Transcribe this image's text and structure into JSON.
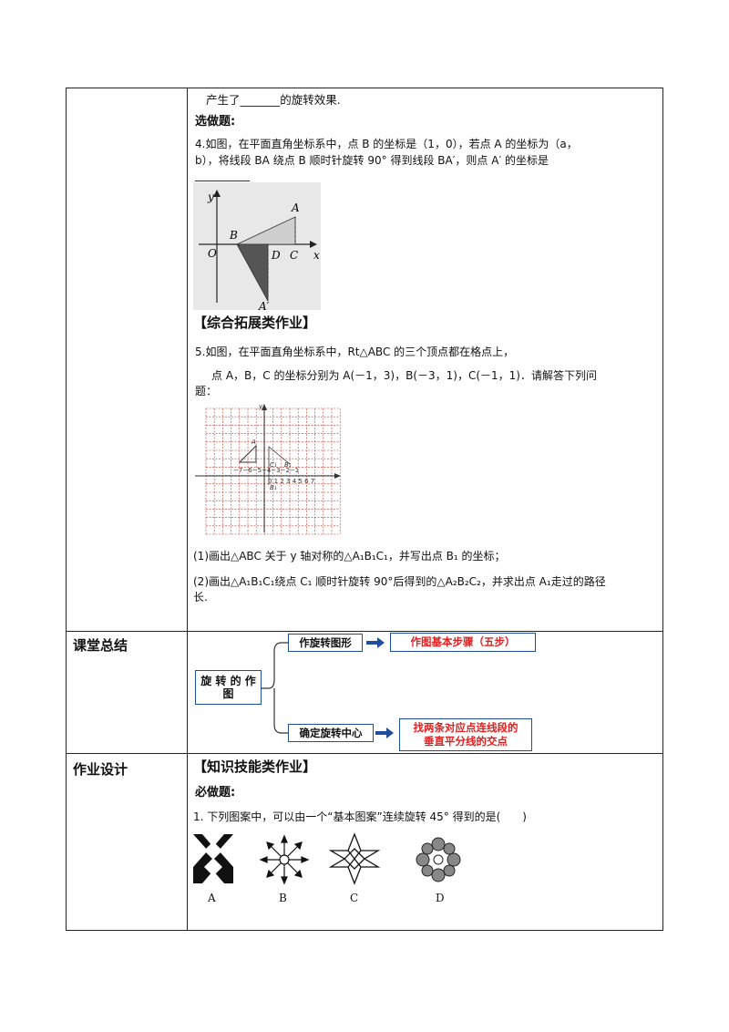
{
  "row1": {
    "line_top": "产生了_______的旋转效果.",
    "optional_title": "选做题:",
    "q4_line1": "4.如图，在平面直角坐标系中，点 B 的坐标是（1，0），若点 A 的坐标为（a，",
    "q4_line2": "b），将线段 BA 绕点 B 顺时针旋转 90° 得到线段 BA′，则点 A′ 的坐标是",
    "q4_blank": "__________",
    "fig4": {
      "y": "y",
      "x": "x",
      "O": "O",
      "B": "B",
      "A": "A",
      "C": "C",
      "D": "D",
      "A2": "A′"
    },
    "section_title": "【综合拓展类作业】",
    "q5_line1": "5.如图，在平面直角坐标系中，Rt△ABC 的三个顶点都在格点上，",
    "q5_line2": "点 A，B，C 的坐标分别为 A(－1，3)，B(－3，1)，C(－1，1)．请解答下列问",
    "q5_line3": "题：",
    "q5_sub1": "(1)画出△ABC 关于 y 轴对称的△A₁B₁C₁，并写出点 B₁ 的坐标；",
    "q5_sub2_l1": "(2)画出△A₁B₁C₁绕点 C₁ 顺时针旋转 90°后得到的△A₂B₂C₂，并求出点 A₁走过的路径",
    "q5_sub2_l2": "长."
  },
  "row2": {
    "label": "课堂总结",
    "root": "旋 转 的 作 图",
    "node1": "作旋转图形",
    "node1_detail": "作图基本步骤（五步）",
    "node2": "确定旋转中心",
    "node2_detail_l1": "找两条对应点连线段的",
    "node2_detail_l2": "垂直平分线的交点"
  },
  "row3": {
    "label": "作业设计",
    "section_title": "【知识技能类作业】",
    "required_title": "必做题:",
    "q1": "1. 下列图案中，可以由一个“基本图案”连续旋转 45° 得到的是(　　)",
    "options": [
      "A",
      "B",
      "C",
      "D"
    ]
  },
  "colors": {
    "accent_red": "#e02020",
    "box_blue": "#1f4e9a",
    "grid_red": "#c0392b"
  }
}
